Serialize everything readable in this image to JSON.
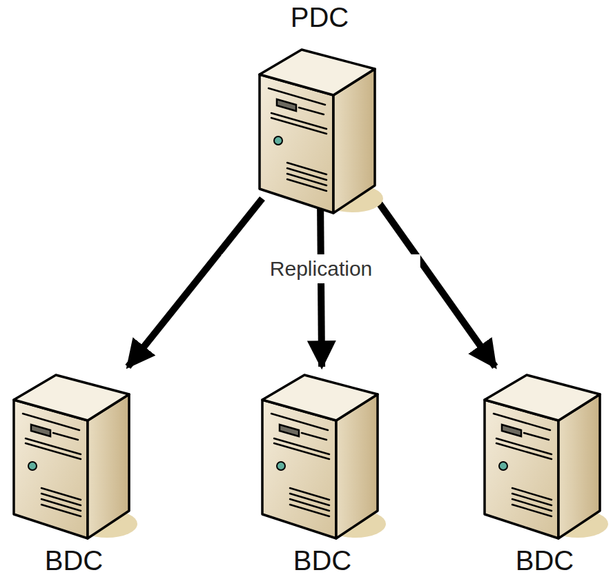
{
  "diagram": {
    "nodes": [
      {
        "text": [
          "PDC"
        ]
      },
      {
        "text": [
          "BDC"
        ]
      },
      {
        "text": [
          "BDC"
        ]
      },
      {
        "text": [
          "BDC"
        ]
      }
    ],
    "edges": [
      {
        "from": 0,
        "to": 1,
        "arrow": "to"
      },
      {
        "from": 0,
        "to": 2,
        "label": "Replication",
        "arrow": "to"
      },
      {
        "from": 0,
        "to": 3,
        "arrow": "to"
      }
    ]
  }
}
